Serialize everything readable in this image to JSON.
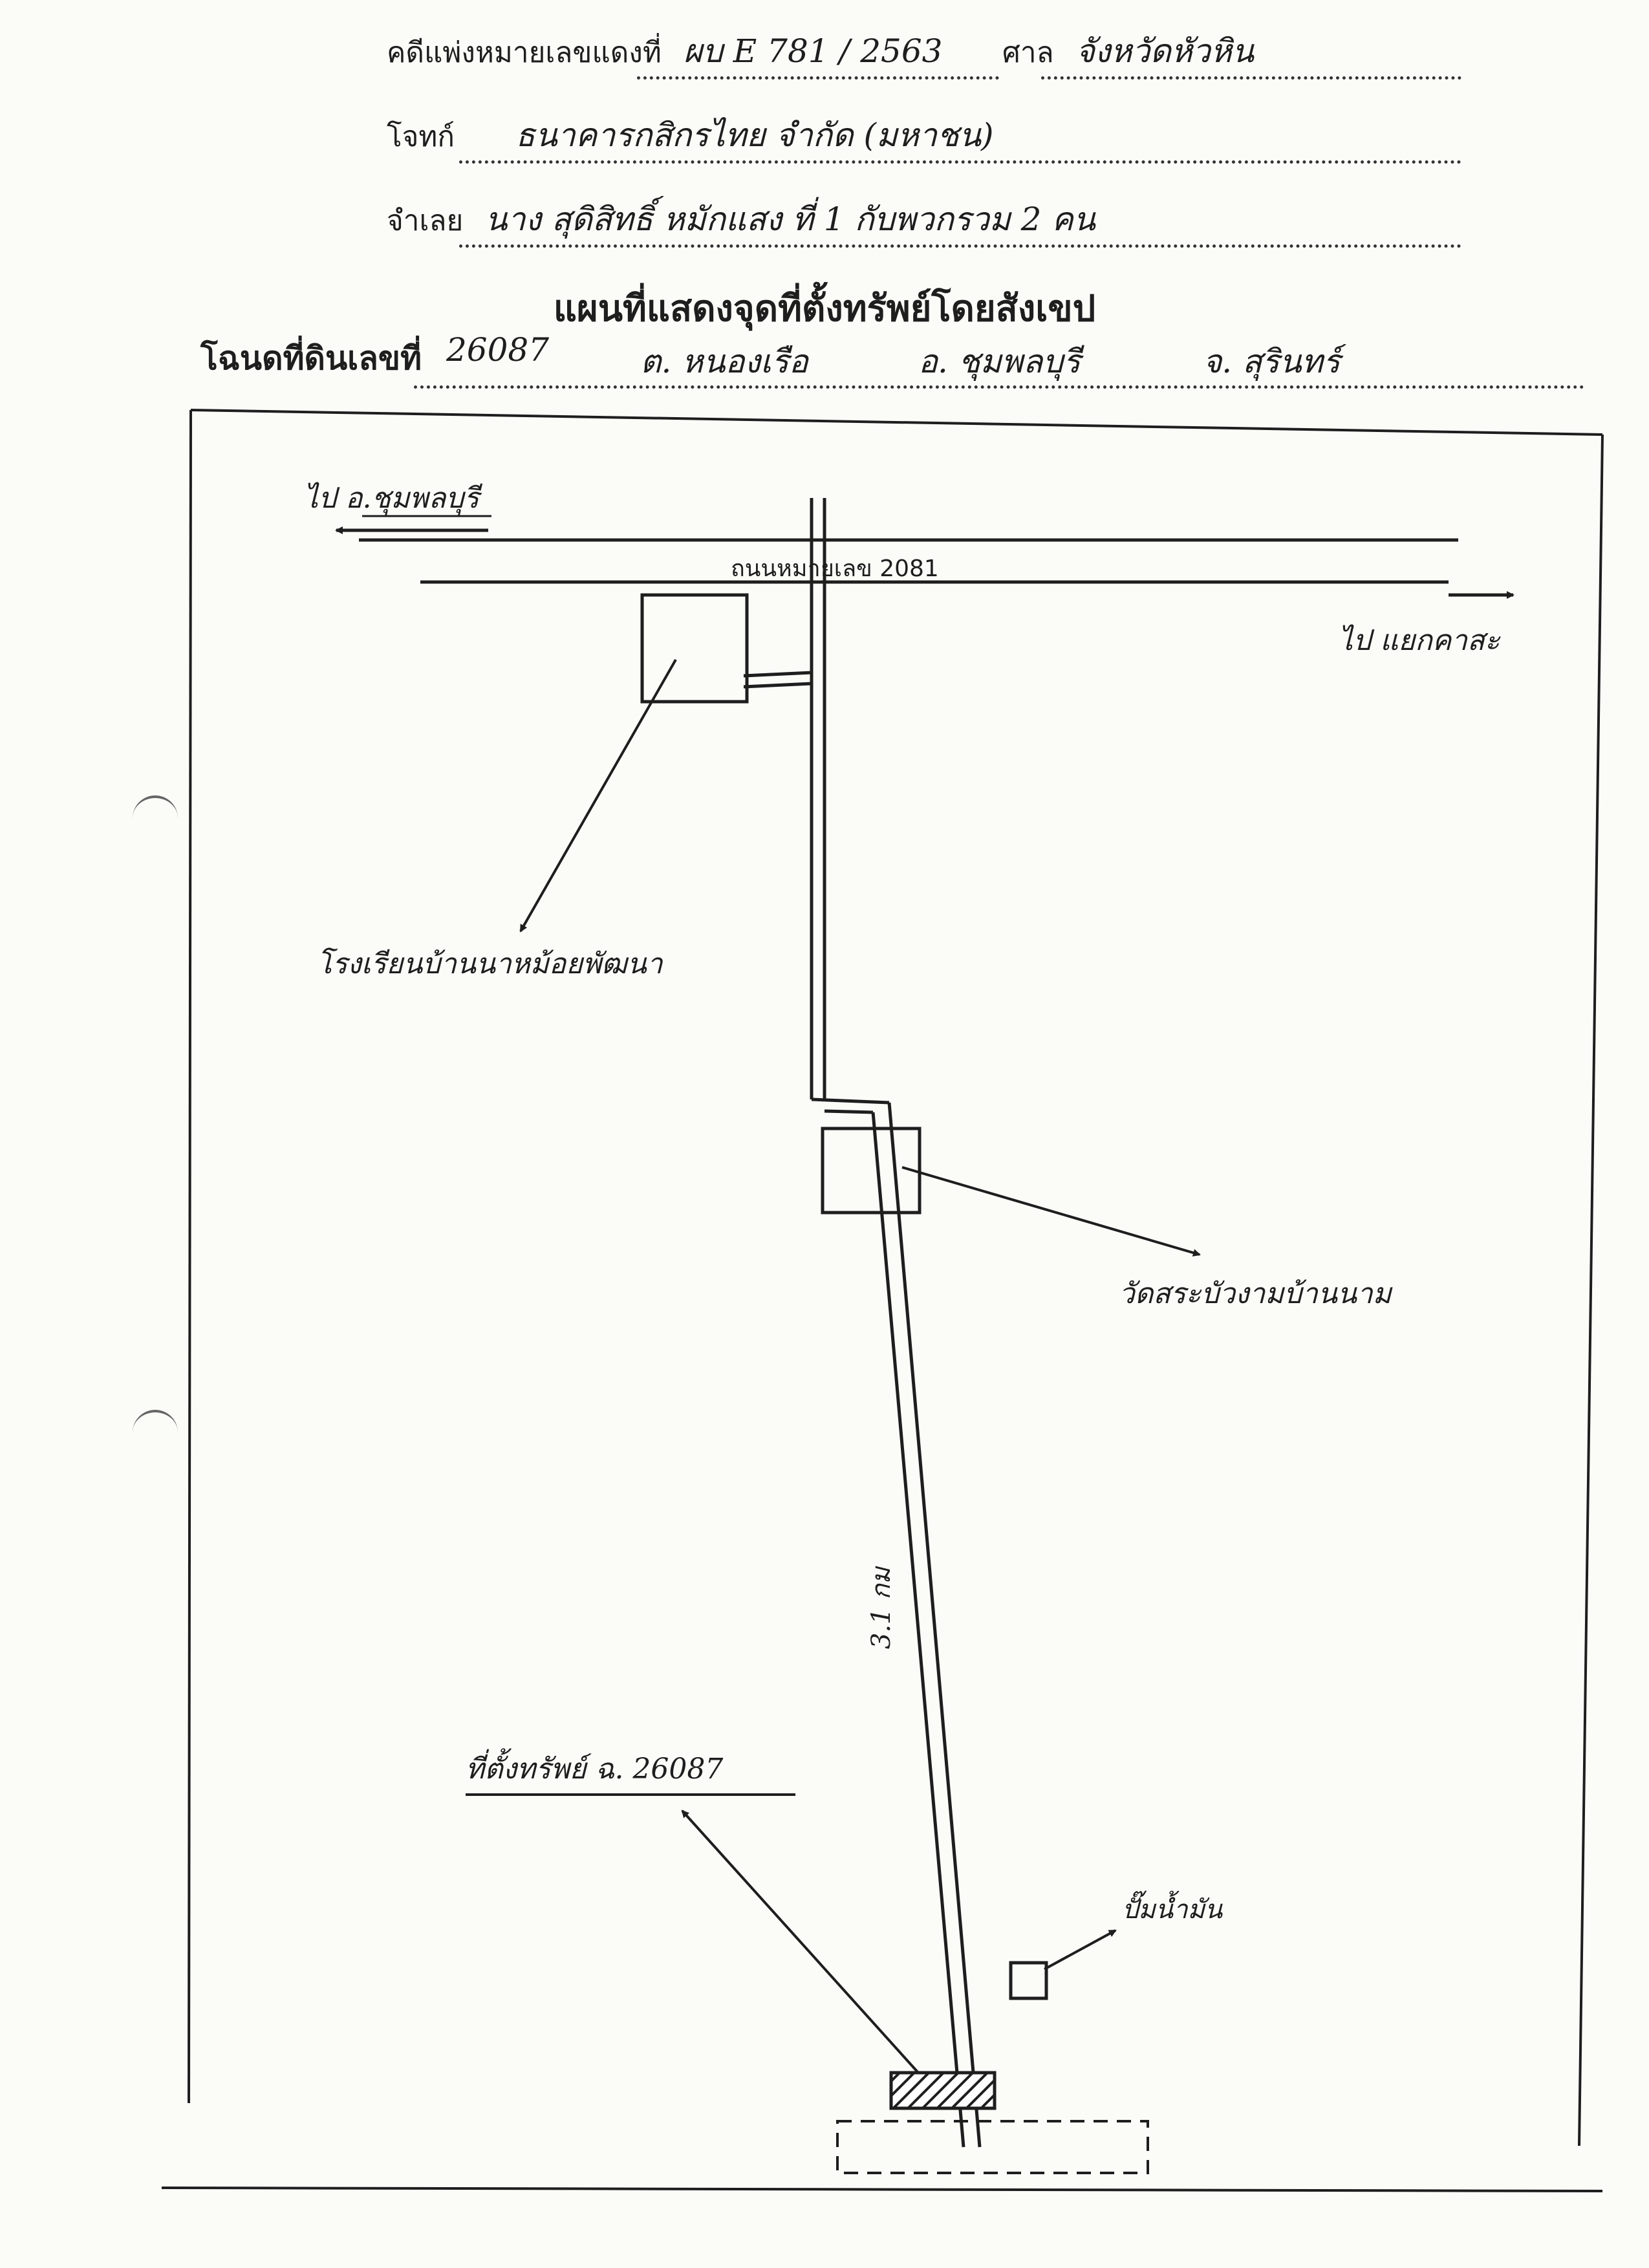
{
  "header": {
    "case_no_label": "คดีแพ่งหมายเลขแดงที่",
    "case_no_value": "ผบ E 781 / 2563",
    "court_label": "ศาล",
    "court_value": "จังหวัดหัวหิน",
    "plaintiff_label": "โจทก์",
    "plaintiff_value": "ธนาคารกสิกรไทย จำกัด (มหาชน)",
    "defendant_label": "จำเลย",
    "defendant_value": "นาง สุดิสิทธิ์ หมักแสง ที่ 1 กับพวกรวม 2 คน"
  },
  "title": "แผนที่แสดงจุดที่ตั้งทรัพย์โดยสังเขป",
  "deed": {
    "label": "โฉนดที่ดินเลขที่",
    "number": "26087",
    "subdistrict": "ต. หนองเรือ",
    "district": "อ. ชุมพลบุรี",
    "province": "จ. สุรินทร์"
  },
  "map": {
    "to_left": "ไป อ.ชุมพลบุรี",
    "road_name": "ถนนหมายเลข 2081",
    "to_right": "ไป แยกคาสะ",
    "school": "โรงเรียนบ้านนาหม้อยพัฒนา",
    "temple": "วัดสระบัวงามบ้านนาม",
    "distance": "3.1 กม",
    "property": "ที่ตั้งทรัพย์ ฉ. 26087",
    "gas_station": "ปั๊มน้ำมัน"
  }
}
